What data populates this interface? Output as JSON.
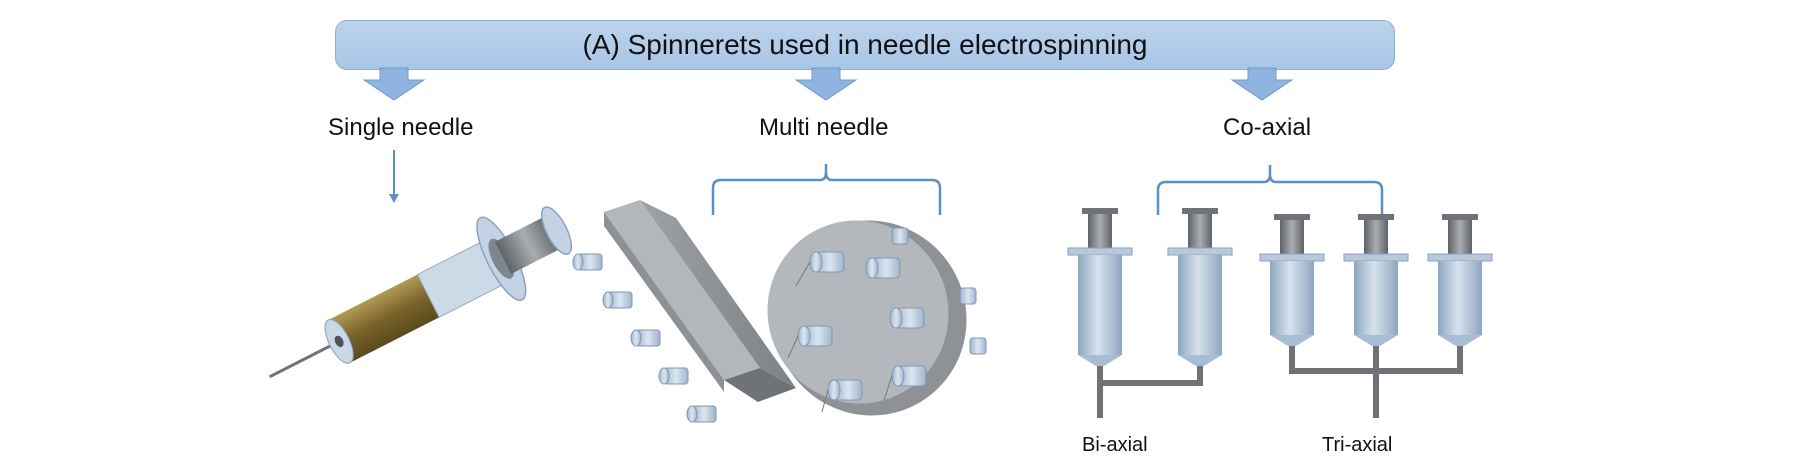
{
  "title": "(A) Spinnerets used in needle electrospinning",
  "categories": [
    {
      "label": "Single needle"
    },
    {
      "label": "Multi needle"
    },
    {
      "label": "Co-axial"
    }
  ],
  "sublabels": {
    "biaxial": "Bi-axial",
    "triaxial": "Tri-axial"
  },
  "colors": {
    "banner": "#a9c6e6",
    "arrow": "#8fb4e0",
    "bracket": "#5b8fc7",
    "metal": "#9a9ea3",
    "syringe": "#b7cbe2",
    "gold": "#8a7434"
  }
}
